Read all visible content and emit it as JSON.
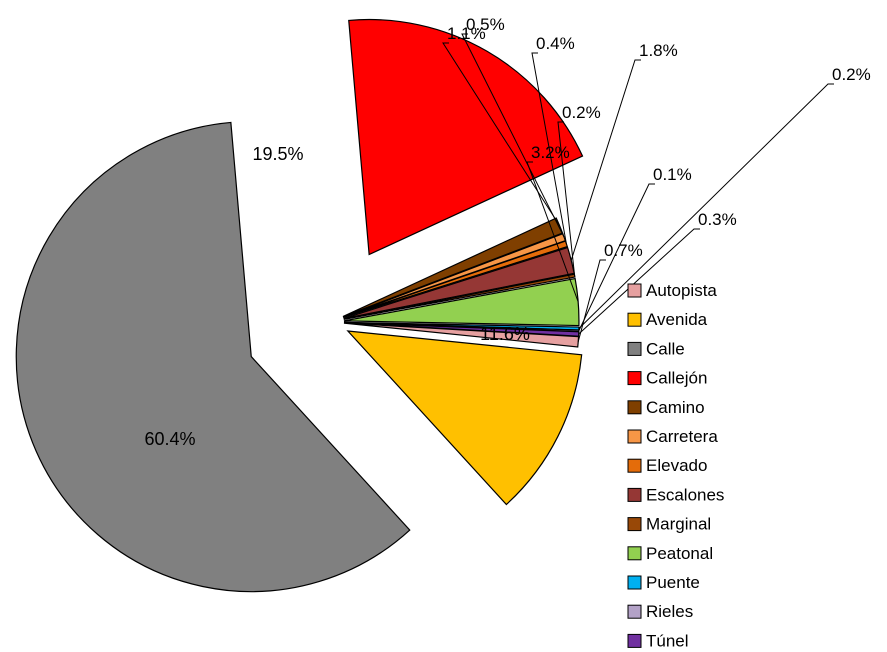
{
  "chart_data": {
    "type": "pie",
    "exploded": true,
    "start": "clockwise from right side",
    "slices": [
      {
        "name": "Autopista",
        "value": 0.7,
        "label": "0.7%",
        "color": "#E6A0A0"
      },
      {
        "name": "Avenida",
        "value": 11.6,
        "label": "11.6%",
        "color": "#FFC000"
      },
      {
        "name": "Calle",
        "value": 60.4,
        "label": "60.4%",
        "color": "#808080"
      },
      {
        "name": "Callejón",
        "value": 19.5,
        "label": "19.5%",
        "color": "#FF0000"
      },
      {
        "name": "Camino",
        "value": 1.1,
        "label": "1.1%",
        "color": "#7F3F00"
      },
      {
        "name": "Carretera",
        "value": 0.5,
        "label": "0.5%",
        "color": "#F79646"
      },
      {
        "name": "Elevado",
        "value": 0.4,
        "label": "0.4%",
        "color": "#E46C0A"
      },
      {
        "name": "Escalones",
        "value": 1.8,
        "label": "1.8%",
        "color": "#953735"
      },
      {
        "name": "Marginal",
        "value": 0.2,
        "label": "0.2%",
        "color": "#984807"
      },
      {
        "name": "Peatonal",
        "value": 3.2,
        "label": "3.2%",
        "color": "#92D050"
      },
      {
        "name": "Puente",
        "value": 0.2,
        "label": "0.2%",
        "color": "#00B0F0"
      },
      {
        "name": "Rieles",
        "value": 0.1,
        "label": "0.1%",
        "color": "#B3A2C7"
      },
      {
        "name": "Túnel",
        "value": 0.3,
        "label": "0.3%",
        "color": "#7030A0"
      }
    ],
    "legend": [
      "Autopista",
      "Avenida",
      "Calle",
      "Callejón",
      "Camino",
      "Carretera",
      "Elevado",
      "Escalones",
      "Marginal",
      "Peatonal",
      "Puente",
      "Rieles",
      "Túnel"
    ],
    "legend_position": "right"
  }
}
